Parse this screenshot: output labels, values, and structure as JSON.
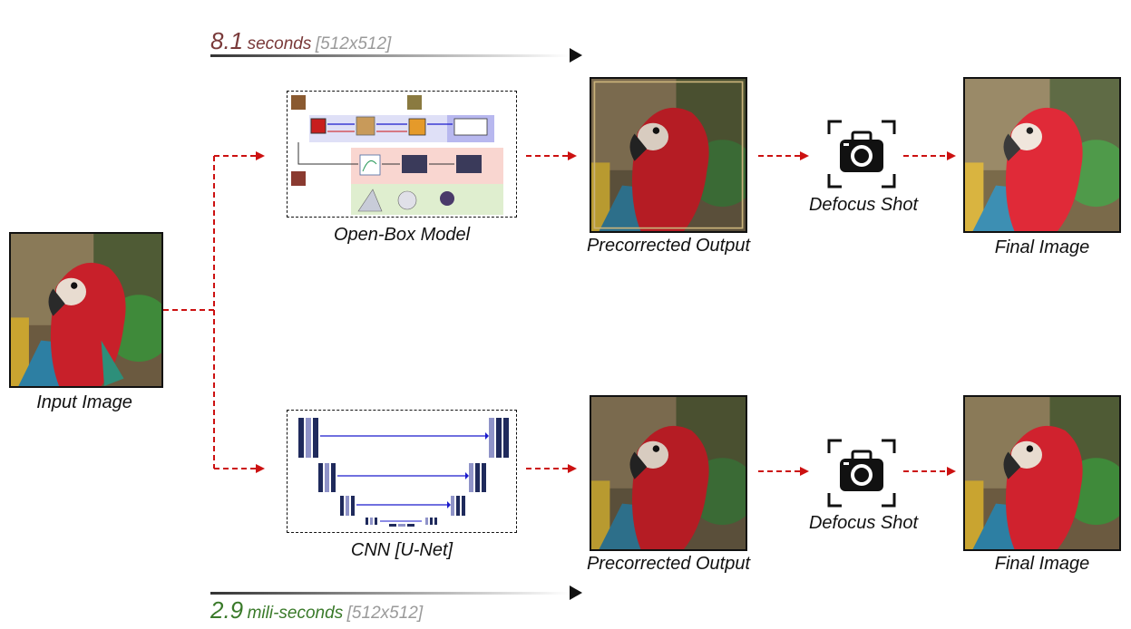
{
  "timing_top": {
    "value": "8.1",
    "unit": "seconds",
    "resolution": "[512x512]",
    "color": "#7a3a3a"
  },
  "timing_bottom": {
    "value": "2.9",
    "unit": "mili-seconds",
    "resolution": "[512x512]",
    "color": "#3a7a2a"
  },
  "input": {
    "label": "Input Image"
  },
  "pipelines": [
    {
      "model_label": "Open-Box Model",
      "output_label": "Precorrected Output",
      "camera_label": "Defocus Shot",
      "final_label": "Final Image"
    },
    {
      "model_label": "CNN [U-Net]",
      "output_label": "Precorrected Output",
      "camera_label": "Defocus Shot",
      "final_label": "Final Image"
    }
  ],
  "colors": {
    "arrow": "#cc1111",
    "unet_dark": "#1f2a5c",
    "unet_light": "#8f93c8",
    "skip": "#1a1acc"
  },
  "icons": {
    "camera": "camera-icon",
    "parrot": "parrot-photo"
  }
}
